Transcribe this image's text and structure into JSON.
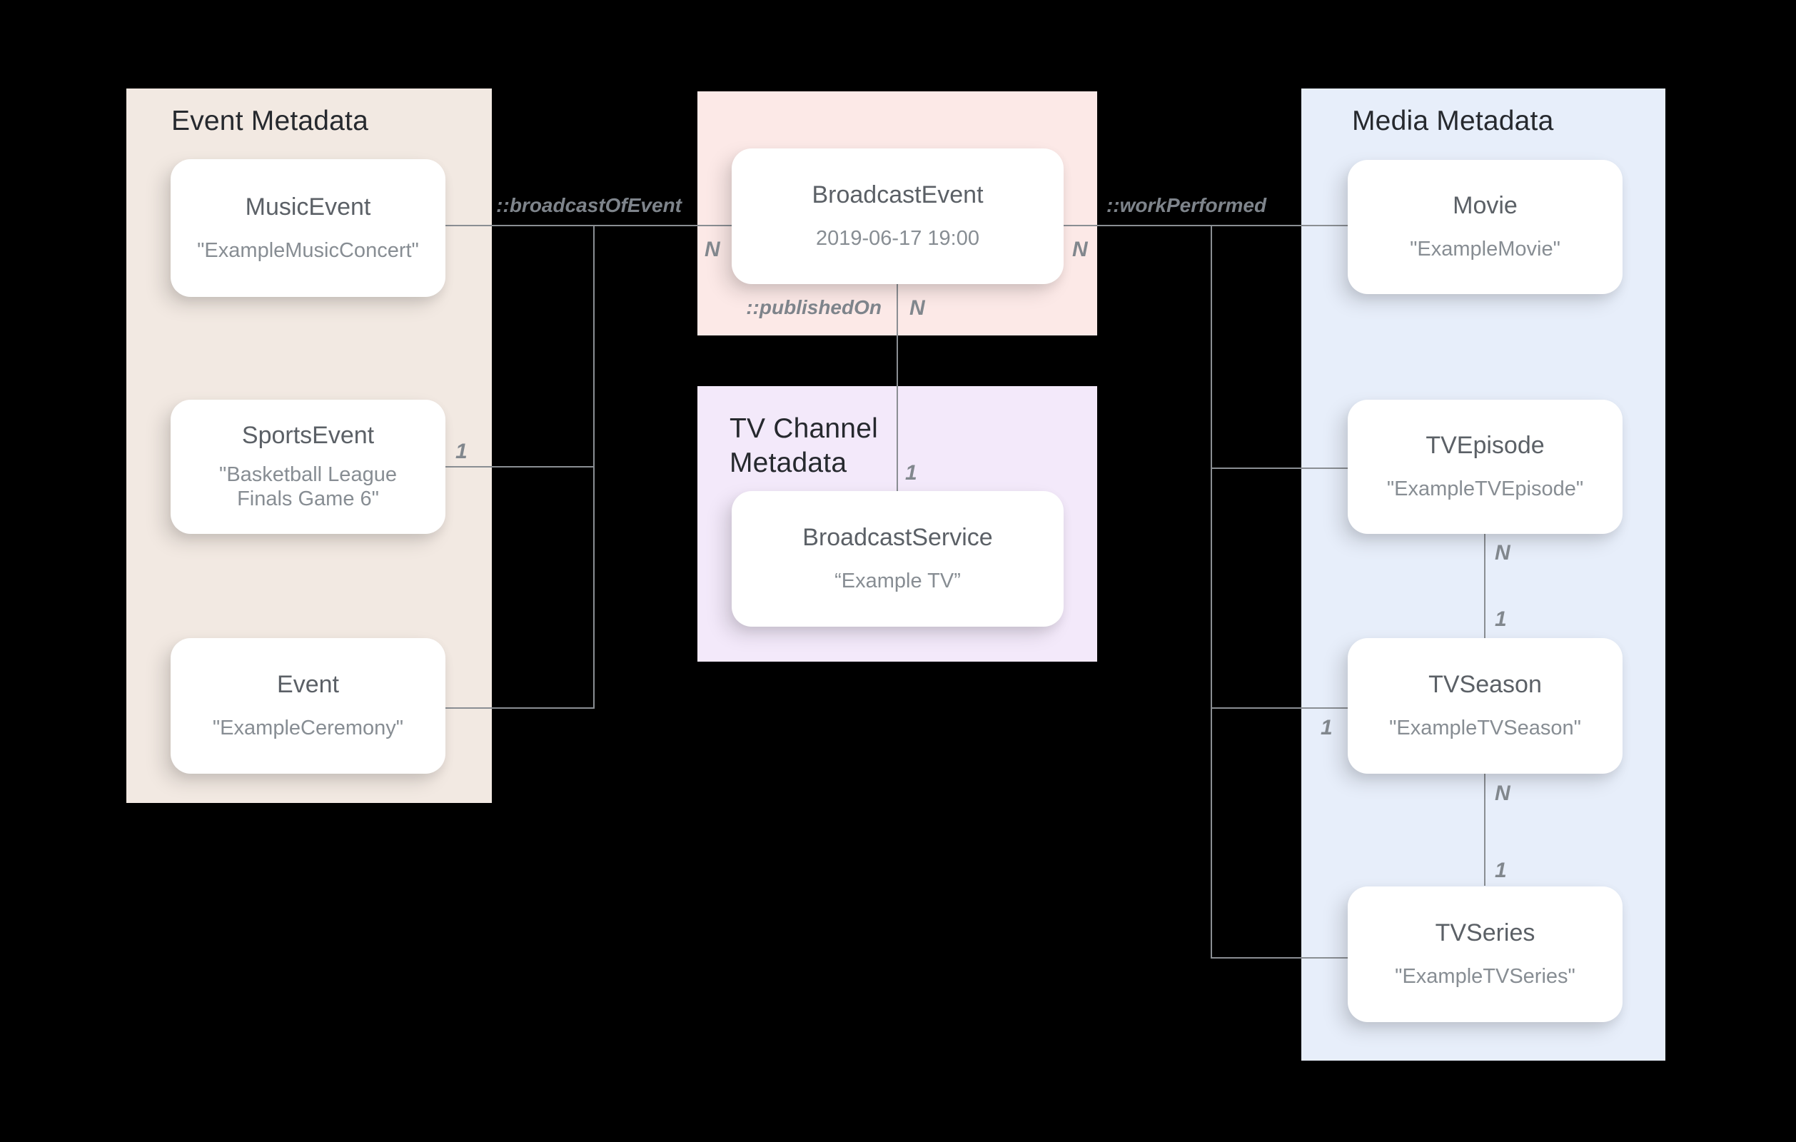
{
  "diagram": {
    "background_color": "#000000",
    "connector_color": "#8a8e93"
  },
  "panels": [
    {
      "id": "event-metadata",
      "title": "Event Metadata",
      "color": "#f2e9e2"
    },
    {
      "id": "broadcast-event",
      "title": "",
      "color": "#fce9e7"
    },
    {
      "id": "tv-channel-metadata",
      "title": "TV Channel Metadata",
      "color": "#f3e9fa"
    },
    {
      "id": "media-metadata",
      "title": "Media Metadata",
      "color": "#e7eefa"
    }
  ],
  "nodes": [
    {
      "id": "music-event",
      "title": "MusicEvent",
      "subtitle": "\"ExampleMusicConcert\""
    },
    {
      "id": "sports-event",
      "title": "SportsEvent",
      "subtitle": "\"Basketball League Finals Game 6\""
    },
    {
      "id": "event",
      "title": "Event",
      "subtitle": "\"ExampleCeremony\""
    },
    {
      "id": "broadcast-event",
      "title": "BroadcastEvent",
      "subtitle": "2019-06-17 19:00"
    },
    {
      "id": "broadcast-service",
      "title": "BroadcastService",
      "subtitle": "“Example TV”"
    },
    {
      "id": "movie",
      "title": "Movie",
      "subtitle": "\"ExampleMovie\""
    },
    {
      "id": "tv-episode",
      "title": "TVEpisode",
      "subtitle": "\"ExampleTVEpisode\""
    },
    {
      "id": "tv-season",
      "title": "TVSeason",
      "subtitle": "\"ExampleTVSeason\""
    },
    {
      "id": "tv-series",
      "title": "TVSeries",
      "subtitle": "\"ExampleTVSeries\""
    }
  ],
  "edge_labels": [
    {
      "id": "broadcast-of-event",
      "text": "::broadcastOfEvent"
    },
    {
      "id": "work-performed",
      "text": "::workPerformed"
    },
    {
      "id": "published-on",
      "text": "::publishedOn"
    }
  ],
  "cardinalities": [
    {
      "id": "broadcast-of-event-n",
      "text": "N"
    },
    {
      "id": "work-performed-n",
      "text": "N"
    },
    {
      "id": "sports-event-1",
      "text": "1"
    },
    {
      "id": "published-on-n",
      "text": "N"
    },
    {
      "id": "broadcast-service-1",
      "text": "1"
    },
    {
      "id": "tv-season-left-1",
      "text": "1"
    },
    {
      "id": "episode-season-n",
      "text": "N"
    },
    {
      "id": "episode-season-1",
      "text": "1"
    },
    {
      "id": "season-series-n",
      "text": "N"
    },
    {
      "id": "season-series-1",
      "text": "1"
    }
  ],
  "relationships": [
    {
      "label": "::broadcastOfEvent",
      "from": [
        "MusicEvent",
        "SportsEvent",
        "Event"
      ],
      "to": "BroadcastEvent",
      "from_cardinality": "1",
      "to_cardinality": "N"
    },
    {
      "label": "::workPerformed",
      "from": "BroadcastEvent",
      "to": [
        "Movie",
        "TVEpisode",
        "TVSeason",
        "TVSeries"
      ],
      "from_cardinality": "N",
      "to_cardinality": "1"
    },
    {
      "label": "::publishedOn",
      "from": "BroadcastEvent",
      "to": "BroadcastService",
      "from_cardinality": "N",
      "to_cardinality": "1"
    },
    {
      "label": "",
      "from": "TVEpisode",
      "to": "TVSeason",
      "from_cardinality": "N",
      "to_cardinality": "1"
    },
    {
      "label": "",
      "from": "TVSeason",
      "to": "TVSeries",
      "from_cardinality": "N",
      "to_cardinality": "1"
    }
  ]
}
